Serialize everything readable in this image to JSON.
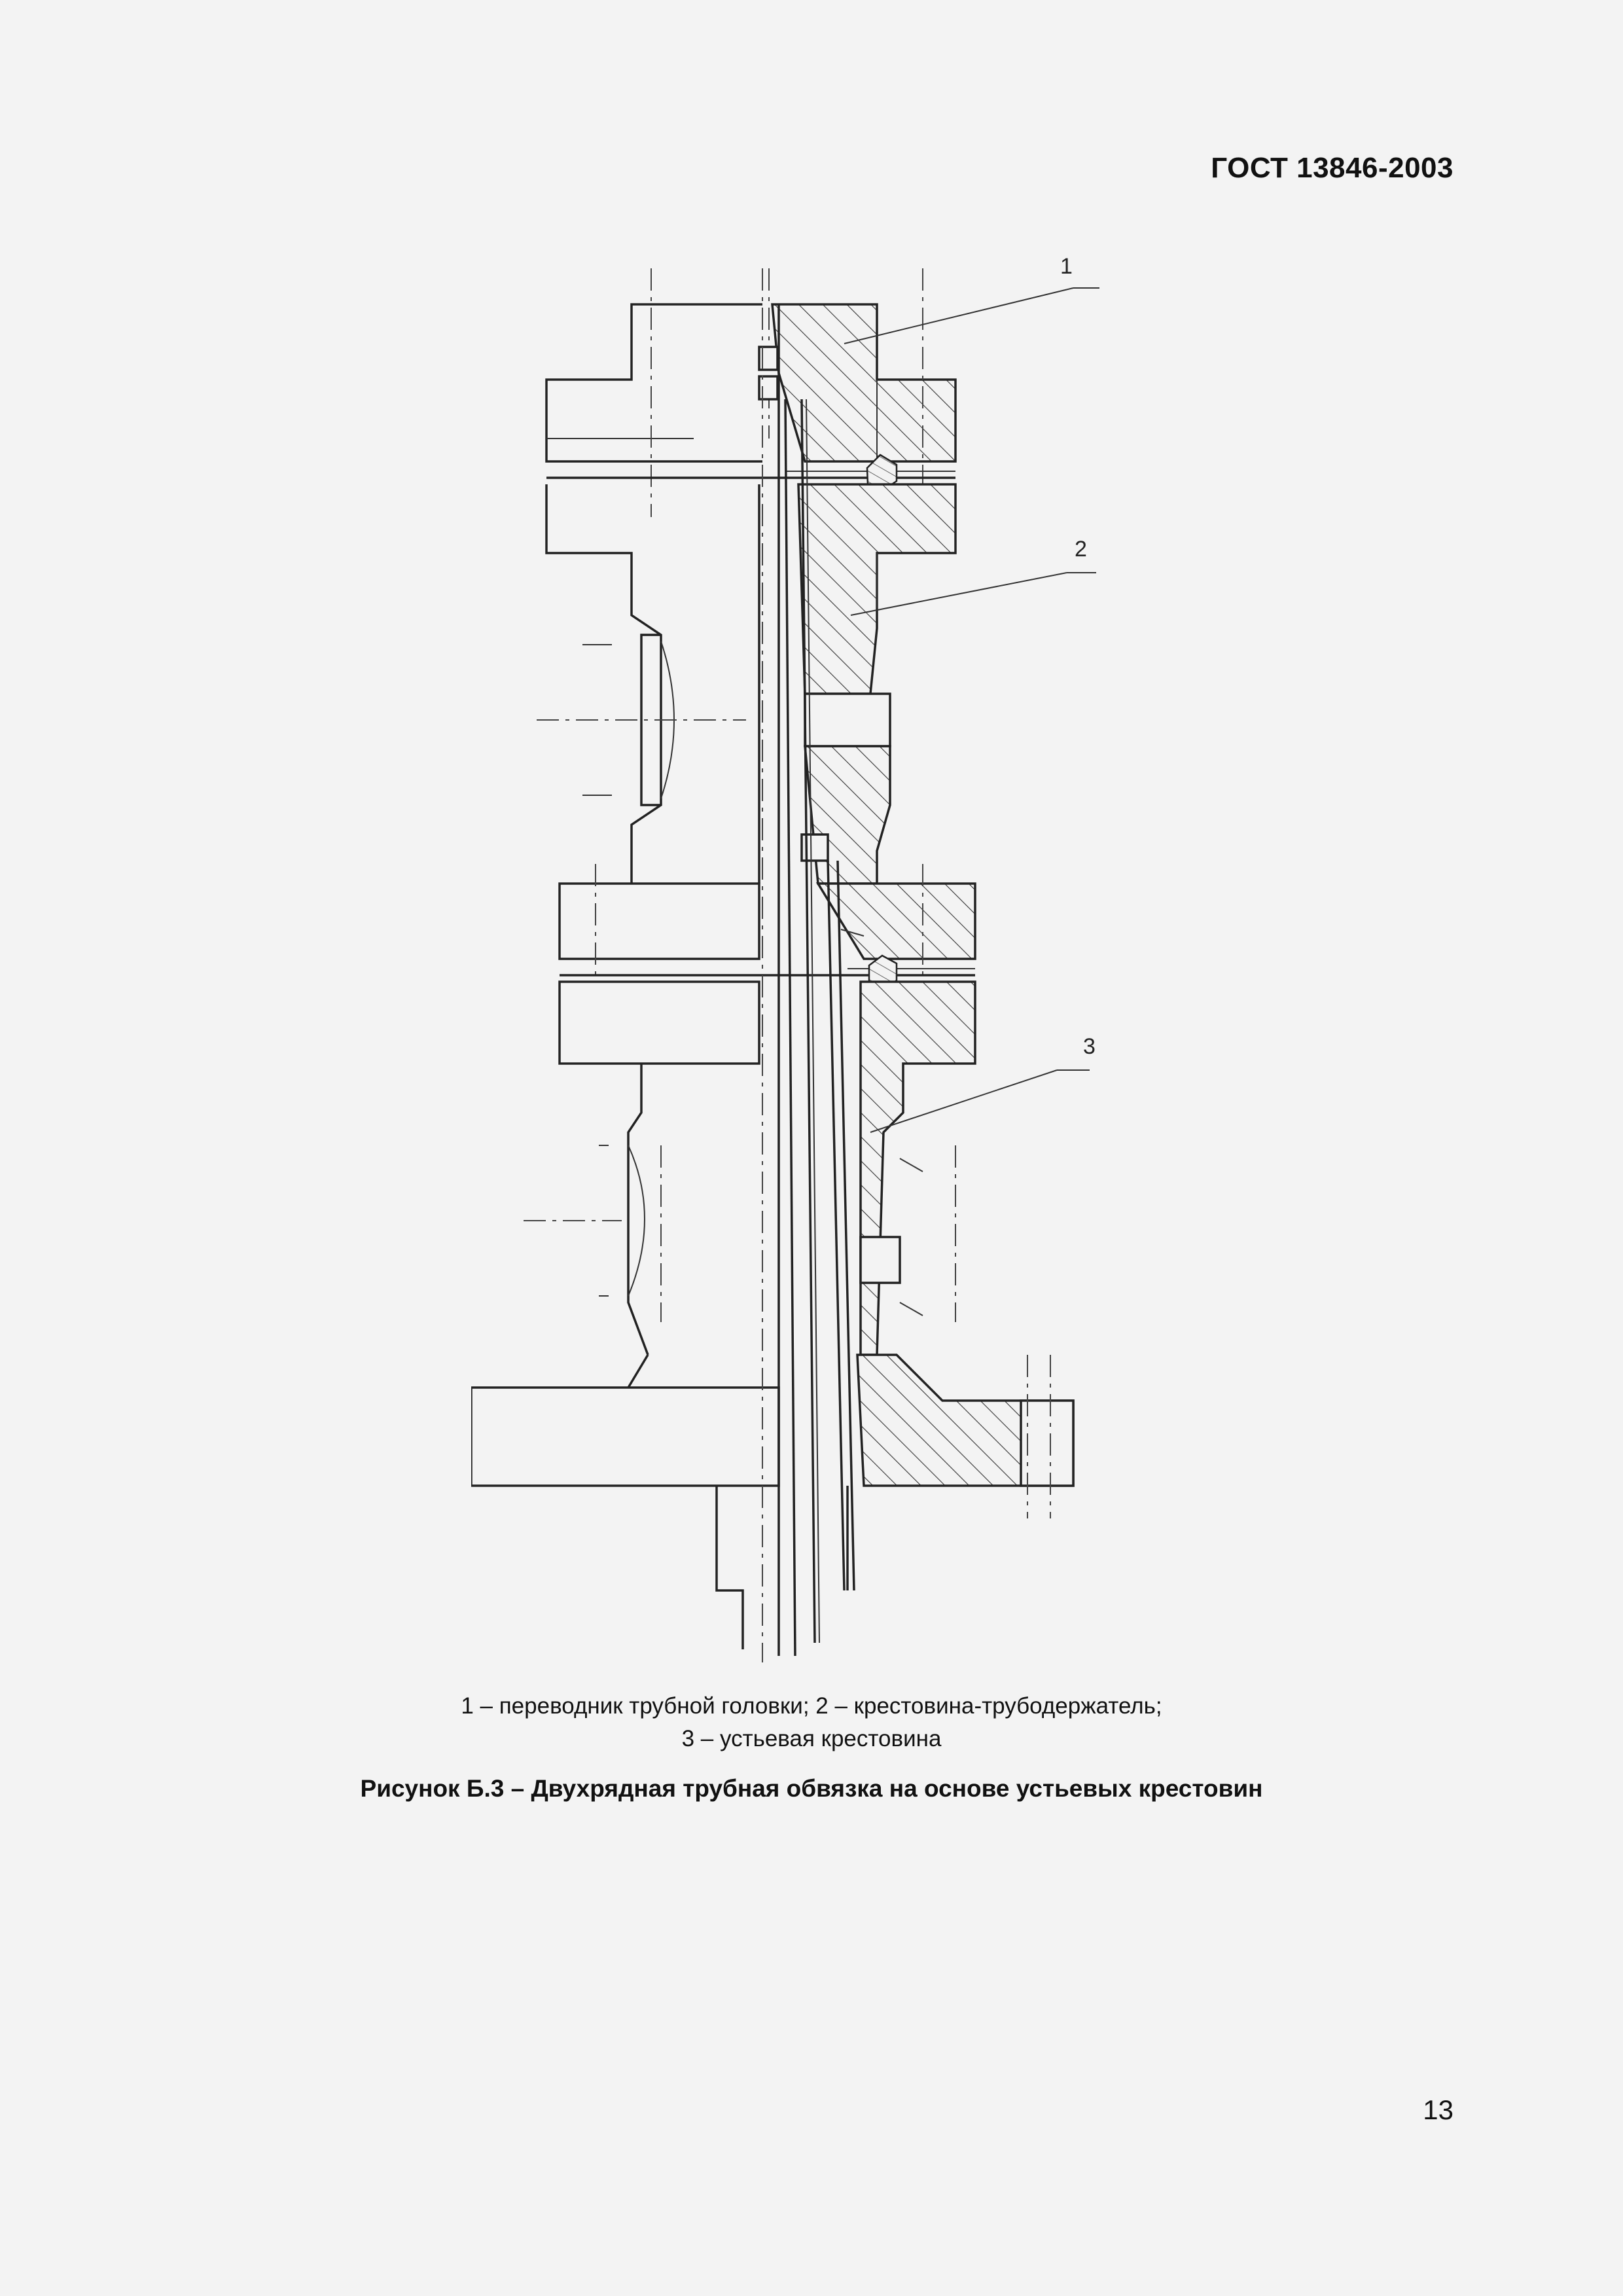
{
  "header": {
    "doc_code": "ГОСТ 13846-2003"
  },
  "figure": {
    "callouts": [
      {
        "label": "1"
      },
      {
        "label": "2"
      },
      {
        "label": "3"
      }
    ],
    "legend": {
      "line1": "1 – переводник трубной головки; 2 – крестовина-трубодержатель;",
      "line2": "3 – устьевая крестовина"
    },
    "caption": "Рисунок Б.3 – Двухрядная трубная обвязка на основе устьевых крестовин"
  },
  "footer": {
    "page_number": "13"
  }
}
